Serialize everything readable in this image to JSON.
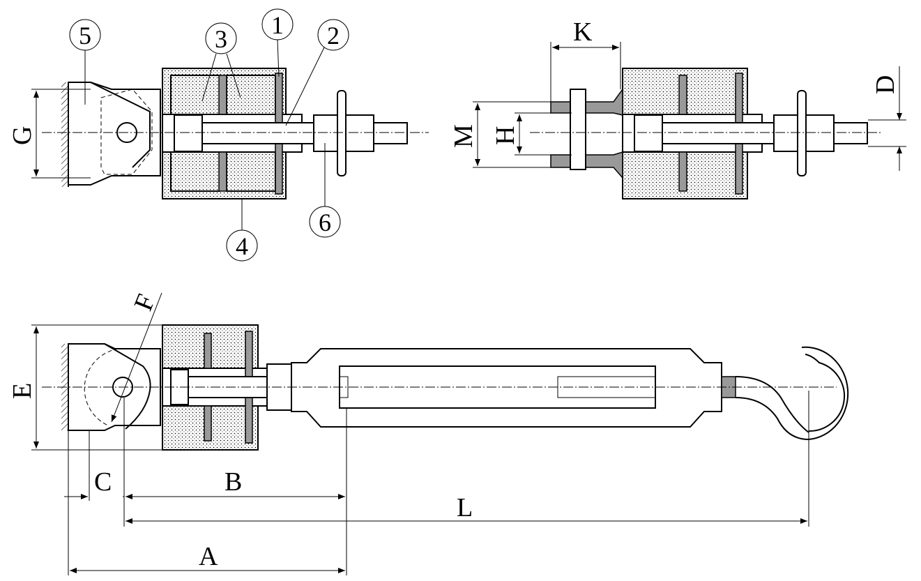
{
  "title": "Turnbuckle tensioner with spring damper - technical drawing",
  "callouts": {
    "c1": "1",
    "c2": "2",
    "c3": "3",
    "c4": "4",
    "c5": "5",
    "c6": "6"
  },
  "dimensions": {
    "A": "A",
    "B": "B",
    "C": "C",
    "D": "D",
    "E": "E",
    "F": "F",
    "G": "G",
    "H": "H",
    "K": "K",
    "L": "L",
    "M": "M"
  }
}
